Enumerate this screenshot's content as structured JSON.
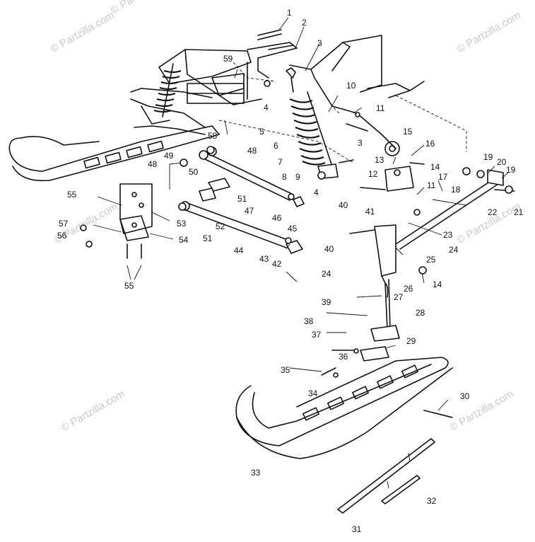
{
  "watermark": {
    "text": "© Partzilla.com"
  },
  "callouts": [
    {
      "id": "c1",
      "label": "1"
    },
    {
      "id": "c2",
      "label": "2"
    },
    {
      "id": "c3a",
      "label": "3"
    },
    {
      "id": "c3b",
      "label": "3"
    },
    {
      "id": "c4a",
      "label": "4"
    },
    {
      "id": "c4b",
      "label": "4"
    },
    {
      "id": "c5",
      "label": "5"
    },
    {
      "id": "c6",
      "label": "6"
    },
    {
      "id": "c7",
      "label": "7"
    },
    {
      "id": "c8",
      "label": "8"
    },
    {
      "id": "c9",
      "label": "9"
    },
    {
      "id": "c10",
      "label": "10"
    },
    {
      "id": "c11a",
      "label": "11"
    },
    {
      "id": "c11b",
      "label": "11"
    },
    {
      "id": "c12",
      "label": "12"
    },
    {
      "id": "c13",
      "label": "13"
    },
    {
      "id": "c14a",
      "label": "14"
    },
    {
      "id": "c14b",
      "label": "14"
    },
    {
      "id": "c15",
      "label": "15"
    },
    {
      "id": "c16",
      "label": "16"
    },
    {
      "id": "c17",
      "label": "17"
    },
    {
      "id": "c18",
      "label": "18"
    },
    {
      "id": "c19a",
      "label": "19"
    },
    {
      "id": "c19b",
      "label": "19"
    },
    {
      "id": "c20",
      "label": "20"
    },
    {
      "id": "c21",
      "label": "21"
    },
    {
      "id": "c22",
      "label": "22"
    },
    {
      "id": "c23",
      "label": "23"
    },
    {
      "id": "c24a",
      "label": "24"
    },
    {
      "id": "c24b",
      "label": "24"
    },
    {
      "id": "c25",
      "label": "25"
    },
    {
      "id": "c26",
      "label": "26"
    },
    {
      "id": "c27",
      "label": "27"
    },
    {
      "id": "c28",
      "label": "28"
    },
    {
      "id": "c29",
      "label": "29"
    },
    {
      "id": "c30",
      "label": "30"
    },
    {
      "id": "c31",
      "label": "31"
    },
    {
      "id": "c32",
      "label": "32"
    },
    {
      "id": "c33",
      "label": "33"
    },
    {
      "id": "c34",
      "label": "34"
    },
    {
      "id": "c35",
      "label": "35"
    },
    {
      "id": "c36",
      "label": "36"
    },
    {
      "id": "c37",
      "label": "37"
    },
    {
      "id": "c38",
      "label": "38"
    },
    {
      "id": "c39",
      "label": "39"
    },
    {
      "id": "c40a",
      "label": "40"
    },
    {
      "id": "c40b",
      "label": "40"
    },
    {
      "id": "c41",
      "label": "41"
    },
    {
      "id": "c42",
      "label": "42"
    },
    {
      "id": "c43",
      "label": "43"
    },
    {
      "id": "c44",
      "label": "44"
    },
    {
      "id": "c45",
      "label": "45"
    },
    {
      "id": "c46",
      "label": "46"
    },
    {
      "id": "c47",
      "label": "47"
    },
    {
      "id": "c48a",
      "label": "48"
    },
    {
      "id": "c48b",
      "label": "48"
    },
    {
      "id": "c49",
      "label": "49"
    },
    {
      "id": "c50",
      "label": "50"
    },
    {
      "id": "c51a",
      "label": "51"
    },
    {
      "id": "c51b",
      "label": "51"
    },
    {
      "id": "c52",
      "label": "52"
    },
    {
      "id": "c53",
      "label": "53"
    },
    {
      "id": "c54",
      "label": "54"
    },
    {
      "id": "c55a",
      "label": "55"
    },
    {
      "id": "c55b",
      "label": "55"
    },
    {
      "id": "c56",
      "label": "56"
    },
    {
      "id": "c57",
      "label": "57"
    },
    {
      "id": "c58",
      "label": "58"
    },
    {
      "id": "c59",
      "label": "59"
    }
  ]
}
